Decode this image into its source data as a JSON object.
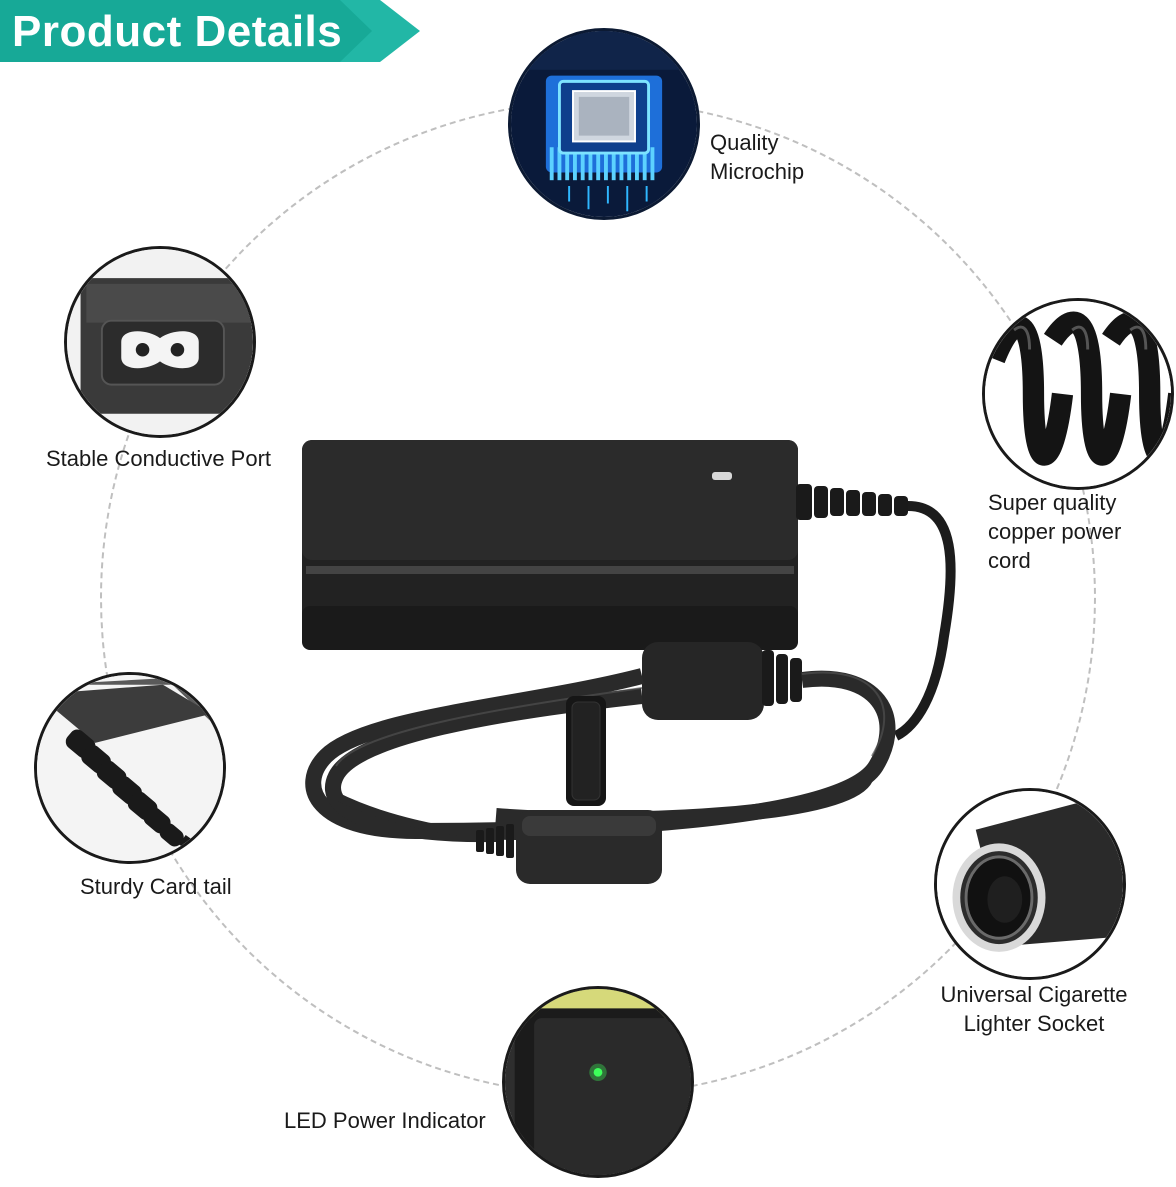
{
  "banner": {
    "title": "Product Details"
  },
  "features": {
    "microchip": {
      "line1": "Quality",
      "line2": "Microchip",
      "icon": "microchip-icon"
    },
    "port": {
      "label": "Stable Conductive Port",
      "icon": "ac-port-icon"
    },
    "cord": {
      "line1": "Super quality",
      "line2": "copper power",
      "line3": "cord",
      "icon": "coiled-cord-icon"
    },
    "tail": {
      "label": "Sturdy Card tail",
      "icon": "cable-tail-icon"
    },
    "socket": {
      "line1": "Universal Cigarette",
      "line2": "Lighter Socket",
      "icon": "cigarette-socket-icon"
    },
    "led": {
      "label": "LED Power Indicator",
      "icon": "led-indicator-icon"
    }
  },
  "colors": {
    "accent": "#17a997",
    "accent_light": "#22b7a6",
    "led_green": "#3dff5a",
    "chip_blue": "#2fb7ff"
  }
}
